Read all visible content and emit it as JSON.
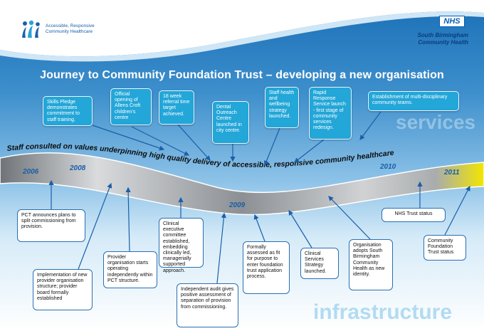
{
  "logo": {
    "line1": "Accessible, Responsive",
    "line2": "Community Healthcare"
  },
  "header": {
    "nhs": "NHS",
    "org_line1": "South Birmingham",
    "org_line2": "Community Health"
  },
  "title": "Journey to Community Foundation Trust – developing a new organisation",
  "band_text": "Staff consulted on values underpinning high quality delivery of accessible, responsive community healthcare",
  "watermarks": {
    "services": "services",
    "infrastructure": "infrastructure"
  },
  "years": [
    "2006",
    "2008",
    "2009",
    "2010",
    "2011"
  ],
  "top_events": [
    "Skills Pledge demonstrates commitment to staff training.",
    "Official opening of Allens Croft children's centre",
    "18 week referral time target achieved.",
    "Dental Outreach Centre launched in city centre.",
    "Staff health and wellbeing strategy launched.",
    "Rapid Response Service launch - first stage of community services redesign.",
    "Establishment of multi-disciplinary community teams."
  ],
  "bottom_events": [
    "PCT announces plans to split commissioning from provision.",
    "Implementation of new provider organisation structure; provider board formally established",
    "Provider organisation starts operating independently within PCT structure.",
    "Clinical executive committee established, embedding clinically led, managerially supported approach.",
    "Independent audit gives positive assessment of separation of provision from commissioning.",
    "Formally assessed as fit for purpose to enter foundation trust application process.",
    "Clinical Services Strategy launched.",
    "Organisation adopts South Birmingham Community Health as new identity.",
    "NHS Trust status",
    "Community Foundation Trust status"
  ],
  "colors": {
    "top_box": "#23a6d8",
    "bottom_border": "#2a6fb1",
    "year": "#1a5fa8",
    "band_end": "#f2e600"
  }
}
